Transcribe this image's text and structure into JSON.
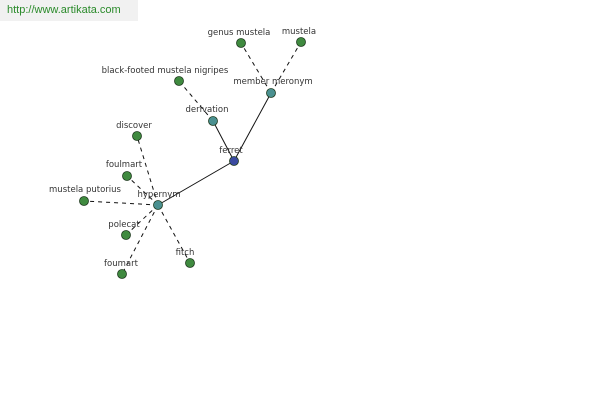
{
  "watermark": {
    "url": "http://www.artikata.com",
    "color": "#2a8a2a"
  },
  "colors": {
    "word_node": "#3f8a3f",
    "relation_node": "#4a9090",
    "center_node": "#3a4aa0",
    "node_stroke": "#1e3a1e",
    "edge": "#111111",
    "label": "#333333"
  },
  "graph": {
    "center": {
      "id": "ferret",
      "label": "ferret"
    },
    "relations": [
      {
        "id": "derivation",
        "label": "derivation"
      },
      {
        "id": "member-meronym",
        "label": "member meronym"
      },
      {
        "id": "hypernym",
        "label": "hypernym"
      }
    ],
    "words": [
      {
        "id": "black-footed-mustela-nigripes",
        "label": "black-footed mustela nigripes",
        "relation": "derivation"
      },
      {
        "id": "genus-mustela",
        "label": "genus mustela",
        "relation": "member-meronym"
      },
      {
        "id": "mustela",
        "label": "mustela",
        "relation": "member-meronym"
      },
      {
        "id": "discover",
        "label": "discover",
        "relation": "hypernym"
      },
      {
        "id": "foulmart",
        "label": "foulmart",
        "relation": "hypernym"
      },
      {
        "id": "mustela-putorius",
        "label": "mustela putorius",
        "relation": "hypernym"
      },
      {
        "id": "polecat",
        "label": "polecat",
        "relation": "hypernym"
      },
      {
        "id": "foumart",
        "label": "foumart",
        "relation": "hypernym"
      },
      {
        "id": "fitch",
        "label": "fitch",
        "relation": "hypernym"
      }
    ]
  }
}
